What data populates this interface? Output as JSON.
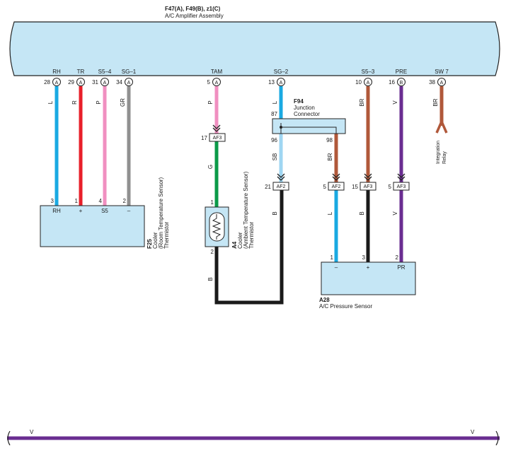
{
  "amplifier": {
    "title_bold": "F47(A), F49(B), z1(C)",
    "title": "A/C Amplifier Assembly",
    "terminals": [
      {
        "label": "RH",
        "pin": "28",
        "connector": "A",
        "wire": "L",
        "color": "#1aa9e2"
      },
      {
        "label": "TR",
        "pin": "29",
        "connector": "A",
        "wire": "R",
        "color": "#e8202a"
      },
      {
        "label": "S5–4",
        "pin": "31",
        "connector": "A",
        "wire": "P",
        "color": "#f08fc0"
      },
      {
        "label": "SG–1",
        "pin": "34",
        "connector": "A",
        "wire": "GR",
        "color": "#909090"
      },
      {
        "label": "TAM",
        "pin": "5",
        "connector": "A",
        "wire": "P",
        "color": "#f08fc0"
      },
      {
        "label": "SG–2",
        "pin": "13",
        "connector": "A",
        "wire": "L",
        "color": "#1aa9e2"
      },
      {
        "label": "S5–3",
        "pin": "10",
        "connector": "A",
        "wire": "BR",
        "color": "#b0583a"
      },
      {
        "label": "PRE",
        "pin": "16",
        "connector": "B",
        "wire": "V",
        "color": "#6a2d91"
      },
      {
        "label": "SW 7",
        "pin": "38",
        "connector": "A",
        "wire": "BR",
        "color": "#b0583a"
      }
    ]
  },
  "integration_relay": {
    "line1": "Integration",
    "line2": "Relay"
  },
  "junction": {
    "id": "F94",
    "line1": "Junction",
    "line2": "Connector",
    "pin_in": "87",
    "pin_out_left": "96",
    "pin_out_right": "98"
  },
  "junction_wires": {
    "left": "SB",
    "right": "BR"
  },
  "af_connectors": {
    "tam": {
      "pin": "17",
      "label": "AF3"
    },
    "sg2": {
      "pin": "21",
      "label": "AF2"
    },
    "jr": {
      "pin": "5",
      "label": "AF2"
    },
    "s53": {
      "pin": "15",
      "label": "AF3"
    },
    "pre": {
      "pin": "5",
      "label": "AF3"
    }
  },
  "lower_wires": {
    "tam": "G",
    "sg2": "B",
    "jr": "L",
    "s53": "B",
    "pre": "V",
    "a4_return": "B"
  },
  "f25": {
    "id": "F25",
    "line1": "Cooler",
    "line2": "(Room Temperature Sensor)",
    "line3": "Thermistor",
    "pins": [
      "3",
      "1",
      "4",
      "2"
    ],
    "labels": [
      "RH",
      "+",
      "S5",
      "–"
    ]
  },
  "a4": {
    "id": "A4",
    "line1": "Cooler",
    "line2": "(Ambient Temperature Sensor)",
    "line3": "Thermistor",
    "pin_top": "1",
    "pin_bottom": "2"
  },
  "a28": {
    "id": "A28",
    "title": "A/C Pressure Sensor",
    "pins": [
      "1",
      "3",
      "2"
    ],
    "labels": [
      "–",
      "+",
      "PR"
    ]
  },
  "bottom_wire": {
    "left_label": "V",
    "right_label": "V",
    "color": "#6a2d91"
  },
  "colors": {
    "box_fill": "#c5e6f5",
    "outline": "#222222",
    "sky_blue": "#1aa9e2",
    "red": "#e8202a",
    "pink": "#f08fc0",
    "gray": "#909090",
    "brown": "#b0583a",
    "violet": "#6a2d91",
    "green": "#0b9a48",
    "light_blue": "#9fd6f2",
    "black": "#1a1a1a"
  }
}
